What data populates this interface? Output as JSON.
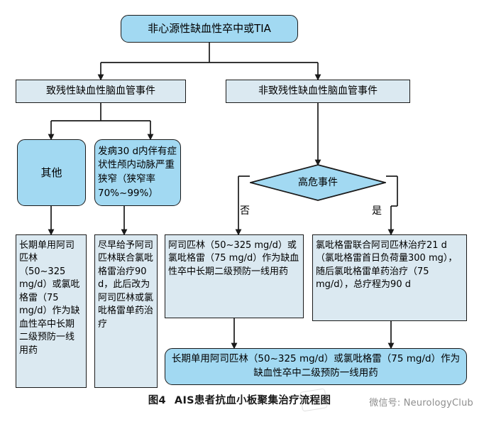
{
  "figure": {
    "caption_number": "图4",
    "caption_text": "AIS患者抗血小板聚集治疗流程图",
    "watermark": "微信号: NeurologyClub"
  },
  "nodes": {
    "root": "非心源性缺血性卒中或TIA",
    "disabling": "致残性缺血性脑血管事件",
    "nondisabling": "非致残性缺血性脑血管事件",
    "other": "其他",
    "severe_stenosis": "发病30 d内伴有症状性颅内动脉严重狭窄（狭窄率70%~99%）",
    "high_risk": "高危事件",
    "treat_other": "长期单用阿司匹林（50~325 mg/d）或氯吡格雷（75 mg/d）作为缺血性卒中长期二级预防一线用药",
    "treat_stenosis": "尽早给予阿司匹林联合氯吡格雷治疗90 d，此后改为阿司匹林或氯吡格雷单药治疗",
    "treat_low_risk": "阿司匹林（50~325 mg/d）或氯吡格雷（75 mg/d）作为缺血性卒中长期二级预防一线用药",
    "treat_high_risk": "氯吡格雷联合阿司匹林治疗21 d（氯吡格雷首日负荷量300 mg），随后氯吡格雷单药治疗（75 mg/d），总疗程为90 d",
    "longterm": "长期单用阿司匹林（50~325 mg/d）或氯吡格雷（75 mg/d）作为缺血性卒中二级预防一线用药"
  },
  "edge_labels": {
    "no": "否",
    "yes": "是"
  },
  "colors": {
    "fill_strong": "#a2d9f2",
    "fill_pale": "#dbe9f1",
    "stroke": "#1a1a1a",
    "text": "#000000",
    "watermark": "#8e8e8e"
  }
}
